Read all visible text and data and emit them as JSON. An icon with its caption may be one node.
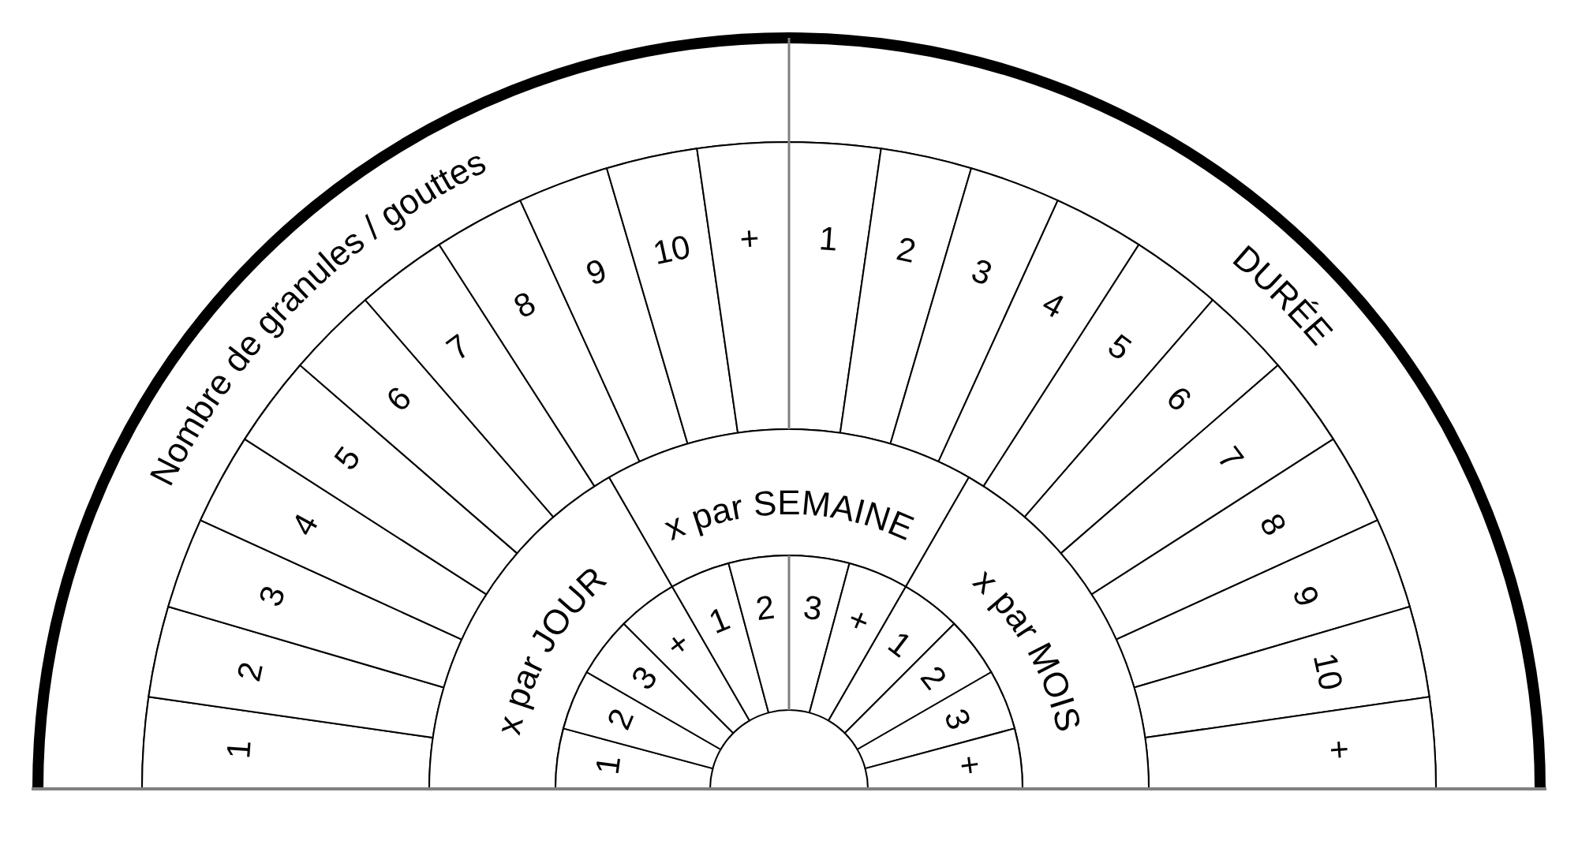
{
  "diagram": {
    "nodes": [
      {
        "text": [
          "Nombre de granules / gouttes"
        ]
      },
      {
        "text": [
          "DURÉE"
        ]
      },
      {
        "text": [
          "1"
        ]
      },
      {
        "text": [
          "2"
        ]
      },
      {
        "text": [
          "3"
        ]
      },
      {
        "text": [
          "4"
        ]
      },
      {
        "text": [
          "5"
        ]
      },
      {
        "text": [
          "6"
        ]
      },
      {
        "text": [
          "7"
        ]
      },
      {
        "text": [
          "8"
        ]
      },
      {
        "text": [
          "9"
        ]
      },
      {
        "text": [
          "10"
        ]
      },
      {
        "text": [
          "+"
        ]
      },
      {
        "text": [
          "1"
        ]
      },
      {
        "text": [
          "2"
        ]
      },
      {
        "text": [
          "3"
        ]
      },
      {
        "text": [
          "4"
        ]
      },
      {
        "text": [
          "5"
        ]
      },
      {
        "text": [
          "6"
        ]
      },
      {
        "text": [
          "7"
        ]
      },
      {
        "text": [
          "8"
        ]
      },
      {
        "text": [
          "9"
        ]
      },
      {
        "text": [
          "10"
        ]
      },
      {
        "text": [
          "+"
        ]
      },
      {
        "text": [
          "x par JOUR"
        ]
      },
      {
        "text": [
          "x par SEMAINE"
        ]
      },
      {
        "text": [
          "x par MOIS"
        ]
      },
      {
        "text": [
          "1"
        ]
      },
      {
        "text": [
          "2"
        ]
      },
      {
        "text": [
          "3"
        ]
      },
      {
        "text": [
          "+"
        ]
      },
      {
        "text": [
          "1"
        ]
      },
      {
        "text": [
          "2"
        ]
      },
      {
        "text": [
          "3"
        ]
      },
      {
        "text": [
          "+"
        ]
      },
      {
        "text": [
          "1"
        ]
      },
      {
        "text": [
          "2"
        ]
      },
      {
        "text": [
          "3"
        ]
      },
      {
        "text": [
          "+"
        ]
      }
    ]
  }
}
